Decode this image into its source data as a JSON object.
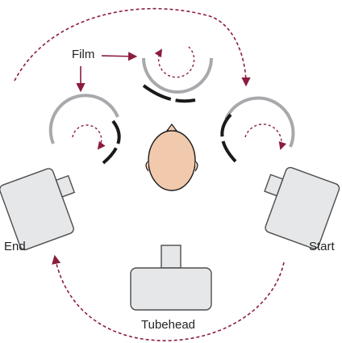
{
  "labels": {
    "film": "Film",
    "end": "End",
    "start": "Start",
    "tubehead": "Tubehead"
  },
  "colors": {
    "arrow": "#8b1d3c",
    "film_outer": "#a7a9ac",
    "film_inner": "#1a1a1a",
    "tube_fill": "#e6e7e8",
    "tube_stroke": "#4d4d4d",
    "skin": "#f1c9ad",
    "background": "#ffffff"
  }
}
